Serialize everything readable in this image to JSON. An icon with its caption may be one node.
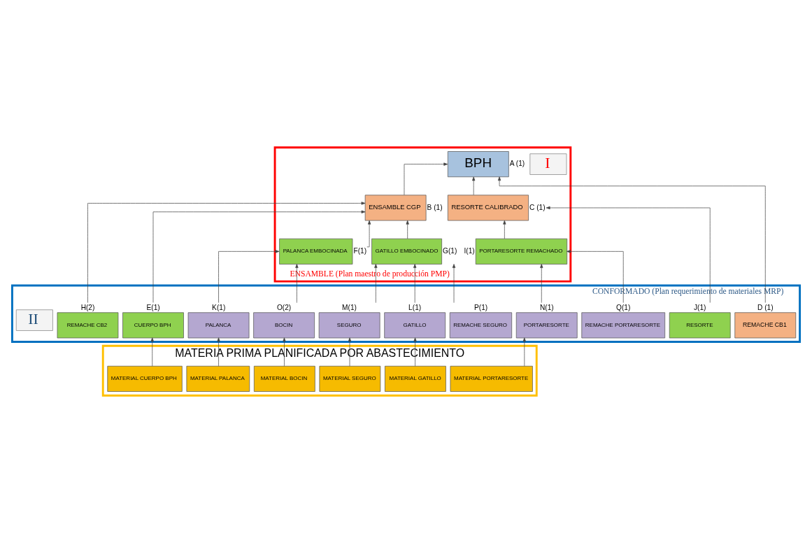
{
  "diagram": {
    "nodes": [
      {
        "text": [
          "ENSAMBLE (Plan maestro de producción PMP)"
        ]
      },
      {
        "text": [
          "I"
        ],
        "in": 0
      },
      {
        "text": [
          "BPH"
        ],
        "beside": [
          "A (1)"
        ],
        "in": 0
      },
      {
        "text": [
          "ENSAMBLE CGP"
        ],
        "beside": [
          "B (1)"
        ],
        "in": 0
      },
      {
        "text": [
          "RESORTE CALIBRADO"
        ],
        "beside": [
          "C (1)"
        ],
        "in": 0
      },
      {
        "text": [
          "PALANCA EMBOCINADA"
        ],
        "beside": [
          "F(1)"
        ],
        "in": 0
      },
      {
        "text": [
          "GATILLO EMBOCINADO"
        ],
        "beside": [
          "G(1)"
        ],
        "in": 0
      },
      {
        "text": [
          "PORTARESORTE REMACHADO"
        ],
        "beside": [
          "I(1)"
        ],
        "in": 0
      },
      {
        "text": [
          "CONFORMADO (Plan requerimiento de materiales MRP)"
        ]
      },
      {
        "text": [
          "II"
        ],
        "in": 8
      },
      {
        "text": [
          "REMACHE CB2"
        ],
        "beside": [
          "H(2)"
        ],
        "in": 8
      },
      {
        "text": [
          "CUERPO BPH"
        ],
        "beside": [
          "E(1)"
        ],
        "in": 8
      },
      {
        "text": [
          "PALANCA"
        ],
        "beside": [
          "K(1)"
        ],
        "in": 8
      },
      {
        "text": [
          "BOCIN"
        ],
        "beside": [
          "O(2)"
        ],
        "in": 8
      },
      {
        "text": [
          "SEGURO"
        ],
        "beside": [
          "M(1)"
        ],
        "in": 8
      },
      {
        "text": [
          "GATILLO"
        ],
        "beside": [
          "L(1)"
        ],
        "in": 8
      },
      {
        "text": [
          "REMACHE SEGURO"
        ],
        "beside": [
          "P(1)"
        ],
        "in": 8
      },
      {
        "text": [
          "RESORTE"
        ],
        "beside": [
          "J(1)"
        ],
        "in": 8
      },
      {
        "text": [
          "PORTARESORTE"
        ],
        "beside": [
          "N(1)"
        ],
        "in": 8
      },
      {
        "text": [
          "REMACHE PORTARESORTE"
        ],
        "beside": [
          "Q(1)"
        ],
        "in": 8
      },
      {
        "text": [
          "REMACHE CB1"
        ],
        "beside": [
          "D (1)"
        ],
        "in": 8
      },
      {
        "text": [
          "MATERIA PRIMA PLANIFICADA POR ABASTECIMIENTO"
        ]
      },
      {
        "text": [
          "MATERIAL CUERPO BPH"
        ],
        "in": 21
      },
      {
        "text": [
          "MATERIAL PALANCA"
        ],
        "in": 21
      },
      {
        "text": [
          "MATERIAL BOCIN"
        ],
        "in": 21
      },
      {
        "text": [
          "MATERIAL SEGURO"
        ],
        "in": 21
      },
      {
        "text": [
          "MATERIAL GATILLO"
        ],
        "in": 21
      },
      {
        "text": [
          "MATERIAL PORTARESORTE"
        ],
        "in": 21
      }
    ],
    "edges": [
      {
        "from": 3,
        "to": 2,
        "arrow": "to"
      },
      {
        "from": 4,
        "to": 2,
        "arrow": "to"
      },
      {
        "from": 20,
        "to": 2,
        "arrow": "to"
      },
      {
        "from": 10,
        "to": 3,
        "arrow": "to"
      },
      {
        "from": 11,
        "to": 3,
        "arrow": "to"
      },
      {
        "from": 5,
        "to": 3,
        "arrow": "to"
      },
      {
        "from": 6,
        "to": 3,
        "arrow": "to"
      },
      {
        "from": 17,
        "to": 4,
        "arrow": "to"
      },
      {
        "from": 7,
        "to": 4,
        "arrow": "to"
      },
      {
        "from": 12,
        "to": 5,
        "arrow": "to"
      },
      {
        "from": 13,
        "to": 5,
        "arrow": "to"
      },
      {
        "from": 14,
        "to": 6,
        "arrow": "to"
      },
      {
        "from": 15,
        "to": 6,
        "arrow": "to"
      },
      {
        "from": 16,
        "to": 6,
        "arrow": "to"
      },
      {
        "from": 18,
        "to": 7,
        "arrow": "to"
      },
      {
        "from": 19,
        "to": 7,
        "arrow": "to"
      },
      {
        "from": 22,
        "to": 11,
        "arrow": "to"
      },
      {
        "from": 23,
        "to": 12,
        "arrow": "to"
      },
      {
        "from": 24,
        "to": 13,
        "arrow": "to"
      },
      {
        "from": 25,
        "to": 14,
        "arrow": "to"
      },
      {
        "from": 26,
        "to": 15,
        "arrow": "to"
      },
      {
        "from": 27,
        "to": 18,
        "arrow": "to"
      }
    ]
  }
}
